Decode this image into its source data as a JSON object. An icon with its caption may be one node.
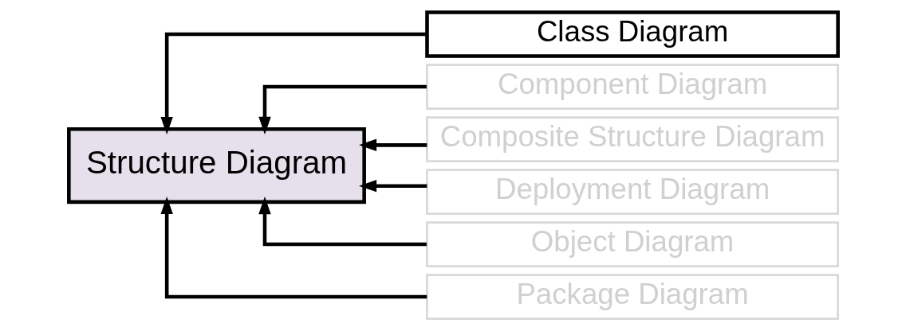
{
  "diagram": {
    "nodes": [
      {
        "text": [
          "Structure Diagram"
        ]
      },
      {
        "text": [
          "Class Diagram"
        ]
      },
      {
        "text": [
          "Component Diagram"
        ]
      },
      {
        "text": [
          "Composite Structure Diagram"
        ]
      },
      {
        "text": [
          "Deployment Diagram"
        ]
      },
      {
        "text": [
          "Object Diagram"
        ]
      },
      {
        "text": [
          "Package Diagram"
        ]
      }
    ],
    "edges": [
      {
        "from": 1,
        "to": 0,
        "arrow": "to"
      },
      {
        "from": 2,
        "to": 0,
        "arrow": "to"
      },
      {
        "from": 3,
        "to": 0,
        "arrow": "to"
      },
      {
        "from": 4,
        "to": 0,
        "arrow": "to"
      },
      {
        "from": 5,
        "to": 0,
        "arrow": "to"
      },
      {
        "from": 6,
        "to": 0,
        "arrow": "to"
      }
    ]
  }
}
